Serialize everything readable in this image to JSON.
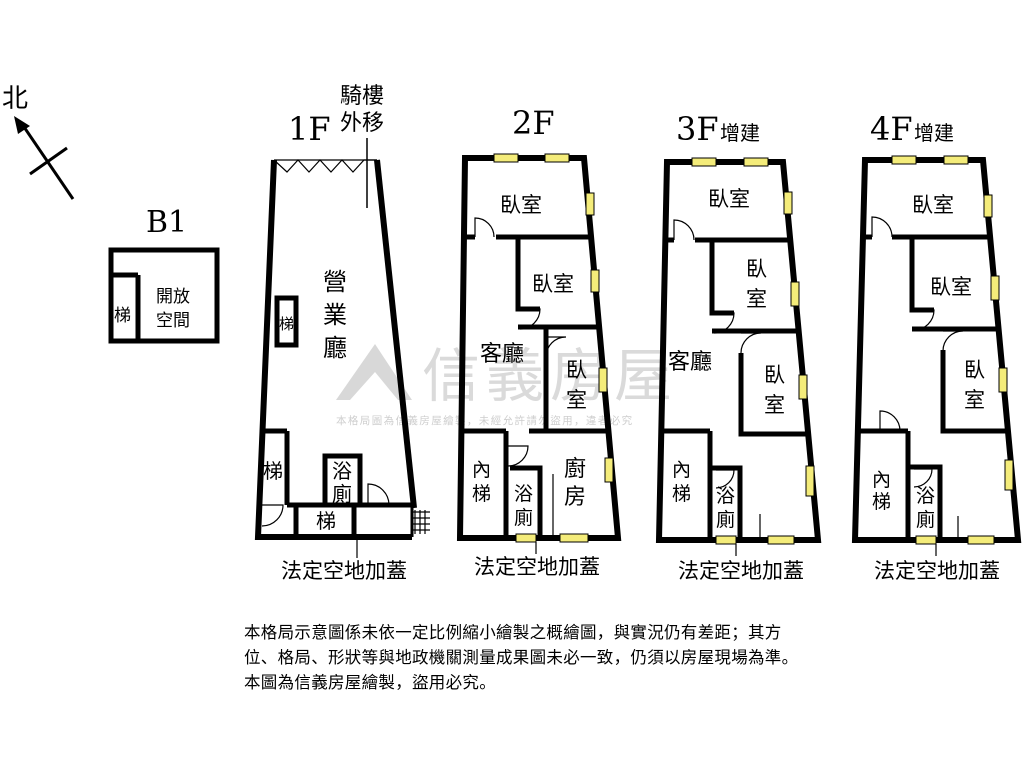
{
  "compass": {
    "north_label": "北"
  },
  "floors": {
    "b1": {
      "label": "B1",
      "stairs": "梯",
      "open_space": [
        "開放",
        "空間"
      ]
    },
    "f1": {
      "label": "1F",
      "arcade": [
        "騎樓",
        "外移"
      ],
      "business_hall": [
        "營",
        "業",
        "廳"
      ],
      "stairs_inner": "梯",
      "stairs_left": "梯",
      "stairs_bottom": "梯",
      "bathroom": [
        "浴",
        "廁"
      ],
      "addition": "法定空地加蓋"
    },
    "f2": {
      "label": "2F",
      "bedroom_1": "臥室",
      "bedroom_2": "臥室",
      "bedroom_3": [
        "臥",
        "室"
      ],
      "living_room": "客廳",
      "inner_stairs": [
        "內",
        "梯"
      ],
      "bathroom": [
        "浴",
        "廁"
      ],
      "kitchen": [
        "廚",
        "房"
      ],
      "addition": "法定空地加蓋"
    },
    "f3": {
      "label": "3F",
      "tag": "增建",
      "bedroom_1": "臥室",
      "bedroom_2": [
        "臥",
        "室"
      ],
      "bedroom_3": [
        "臥",
        "室"
      ],
      "living_room": "客廳",
      "inner_stairs": [
        "內",
        "梯"
      ],
      "bathroom": [
        "浴",
        "廁"
      ],
      "addition": "法定空地加蓋"
    },
    "f4": {
      "label": "4F",
      "tag": "增建",
      "bedroom_1": "臥室",
      "bedroom_2": "臥室",
      "bedroom_3": [
        "臥",
        "室"
      ],
      "inner_stairs": [
        "內",
        "梯"
      ],
      "bathroom": [
        "浴",
        "廁"
      ],
      "addition": "法定空地加蓋"
    }
  },
  "watermark": {
    "brand": "信義房屋",
    "caption": "本格局圖為信義房屋繪製，未經允許請勿盜用，違者必究"
  },
  "notes": [
    "本格局示意圖係未依一定比例縮小繪製之概繪圖，與實況仍有差距；其方",
    "位、格局、形狀等與地政機關測量成果圖未必一致，仍須以房屋現場為準。",
    "本圖為信義房屋繪製，盜用必究。"
  ],
  "colors": {
    "wall": "#000000",
    "window": "#f4ec7a",
    "watermark": "#d4d4d4"
  }
}
